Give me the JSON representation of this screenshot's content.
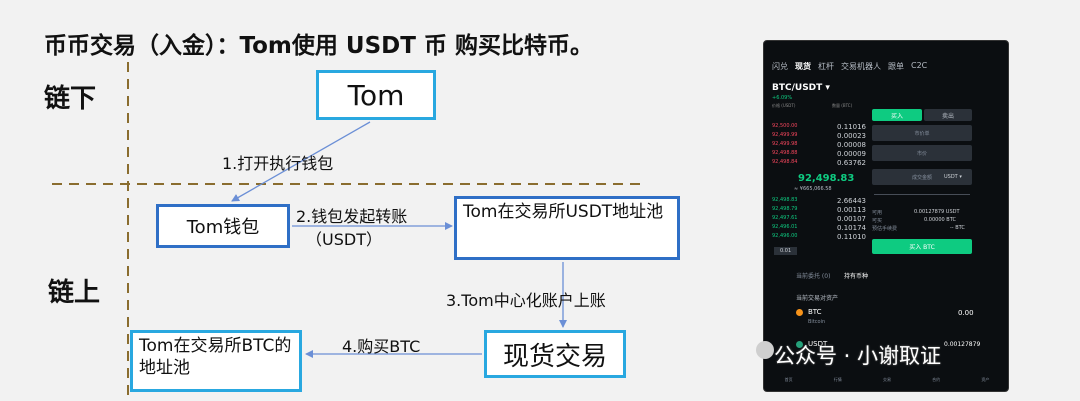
{
  "title": "币币交易（入金）：Tom使用 USDT 币 购买比特币。",
  "zones": {
    "off_chain": "链下",
    "on_chain": "链上"
  },
  "nodes": {
    "tom": "Tom",
    "wallet": "Tom钱包",
    "pool_usdt": "Tom在交易所USDT地址池",
    "spot": "现货交易",
    "pool_btc": "Tom在交易所BTC的地址池"
  },
  "steps": {
    "s1": "1.打开执行钱包",
    "s2a": "2.钱包发起转账",
    "s2b": "（USDT）",
    "s3": "3.Tom中心化账户上账",
    "s4": "4.购买BTC"
  },
  "colors": {
    "box_light": "#29a8e0",
    "box_dark": "#2f6fc6",
    "divider": "#8a6d2f",
    "arrow": "#6b8fd6"
  },
  "phone": {
    "tabs": [
      "闪兑",
      "现货",
      "杠杆",
      "交易机器人",
      "跟单",
      "C2C"
    ],
    "pair": "BTC/USDT ▾",
    "change": "+6.09%",
    "ob_header_price": "价格 (USDT)",
    "ob_header_qty": "数量 (BTC)",
    "asks": [
      {
        "p": "92,500.00",
        "q": "0.11016"
      },
      {
        "p": "92,499.99",
        "q": "0.00023"
      },
      {
        "p": "92,499.98",
        "q": "0.00008"
      },
      {
        "p": "92,498.88",
        "q": "0.00009"
      },
      {
        "p": "92,498.84",
        "q": "0.63762"
      }
    ],
    "mid_price": "92,498.83",
    "mid_sub": "≈ ¥665,066.58",
    "bids": [
      {
        "p": "92,498.83",
        "q": "2.66443"
      },
      {
        "p": "92,498.79",
        "q": "0.00113"
      },
      {
        "p": "92,497.61",
        "q": "0.00107"
      },
      {
        "p": "92,496.01",
        "q": "0.10174"
      },
      {
        "p": "92,496.00",
        "q": "0.11010"
      }
    ],
    "depth": "0.01",
    "buy_tab": "买入",
    "sell_tab": "卖出",
    "order_type": "市价单",
    "price_field": "市价",
    "amount_field": "成交金额",
    "amount_unit": "USDT ▾",
    "avail_label": "可用",
    "avail_val": "0.00127879 USDT",
    "buyable_label": "可买",
    "buyable_val": "0.00000 BTC",
    "fee_label": "预估手续费",
    "fee_val": "-- BTC",
    "buy_btn": "买入 BTC",
    "orders_tab": "当前委托 (0)",
    "holdings_tab": "持有币种",
    "assets_label": "当前交易对资产",
    "btc_name": "BTC",
    "btc_sub": "Bitcoin",
    "btc_val": "0.00",
    "usdt_name": "USDT",
    "usdt_val": "0.00127879",
    "nav": [
      "首页",
      "行情",
      "交易",
      "合约",
      "资产"
    ]
  },
  "watermark": "公众号 · 小谢取证"
}
